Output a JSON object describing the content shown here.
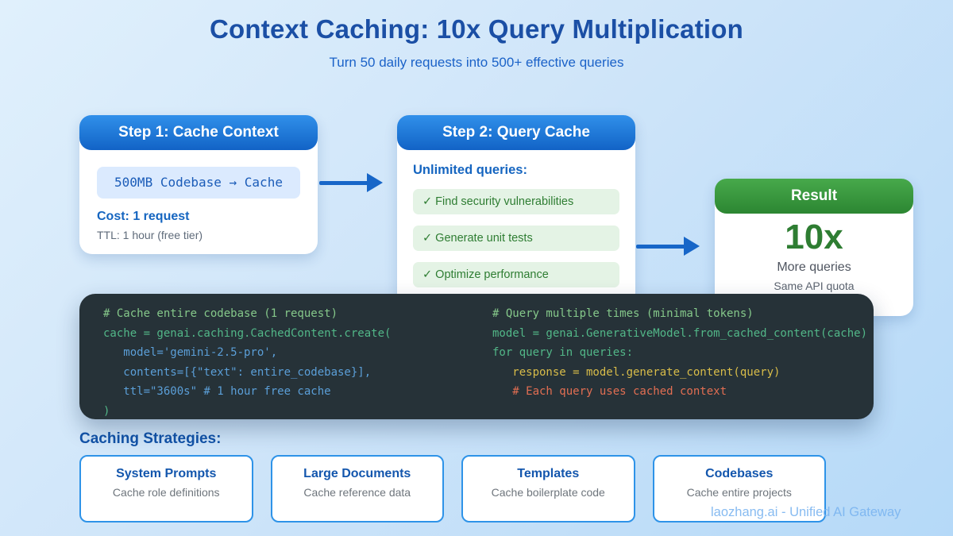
{
  "page": {
    "title": "Context Caching: 10x Query Multiplication",
    "subtitle": "Turn 50 daily requests into 500+ effective queries"
  },
  "step1": {
    "header": "Step 1: Cache Context",
    "highlight": "500MB Codebase → Cache",
    "cost": "Cost: 1 request",
    "ttl": "TTL: 1 hour (free tier)"
  },
  "step2": {
    "header": "Step 2: Query Cache",
    "label": "Unlimited queries:",
    "items": [
      "✓ Find security vulnerabilities",
      "✓ Generate unit tests",
      "✓ Optimize performance"
    ]
  },
  "result": {
    "header": "Result",
    "value": "10x",
    "caption1": "More queries",
    "caption2": "Same API quota"
  },
  "code": {
    "left": [
      {
        "text": "# Cache entire codebase (1 request)",
        "color": "comment"
      },
      {
        "text": "cache = genai.caching.CachedContent.create(",
        "color": "green"
      },
      {
        "text": "   model='gemini-2.5-pro',",
        "color": "blue"
      },
      {
        "text": "   contents=[{\"text\": entire_codebase}],",
        "color": "blue"
      },
      {
        "text": "   ttl=\"3600s\" # 1 hour free cache",
        "color": "blue"
      },
      {
        "text": ")",
        "color": "green"
      }
    ],
    "right": [
      {
        "text": "# Query multiple times (minimal tokens)",
        "color": "comment"
      },
      {
        "text": "model = genai.GenerativeModel.from_cached_content(cache)",
        "color": "green"
      },
      {
        "text": "for query in queries:",
        "color": "green"
      },
      {
        "text": "   response = model.generate_content(query)",
        "color": "yellow"
      },
      {
        "text": "   # Each query uses cached context",
        "color": "salmon"
      }
    ]
  },
  "strategies": {
    "heading": "Caching Strategies:",
    "cards": [
      {
        "title": "System Prompts",
        "desc": "Cache role definitions"
      },
      {
        "title": "Large Documents",
        "desc": "Cache reference data"
      },
      {
        "title": "Templates",
        "desc": "Cache boilerplate code"
      },
      {
        "title": "Codebases",
        "desc": "Cache entire projects"
      }
    ]
  },
  "watermark": "laozhang.ai - Unified AI Gateway",
  "colors": {
    "accent_blue": "#1766c8",
    "accent_green": "#2e7d32",
    "code_bg": "#263238"
  }
}
